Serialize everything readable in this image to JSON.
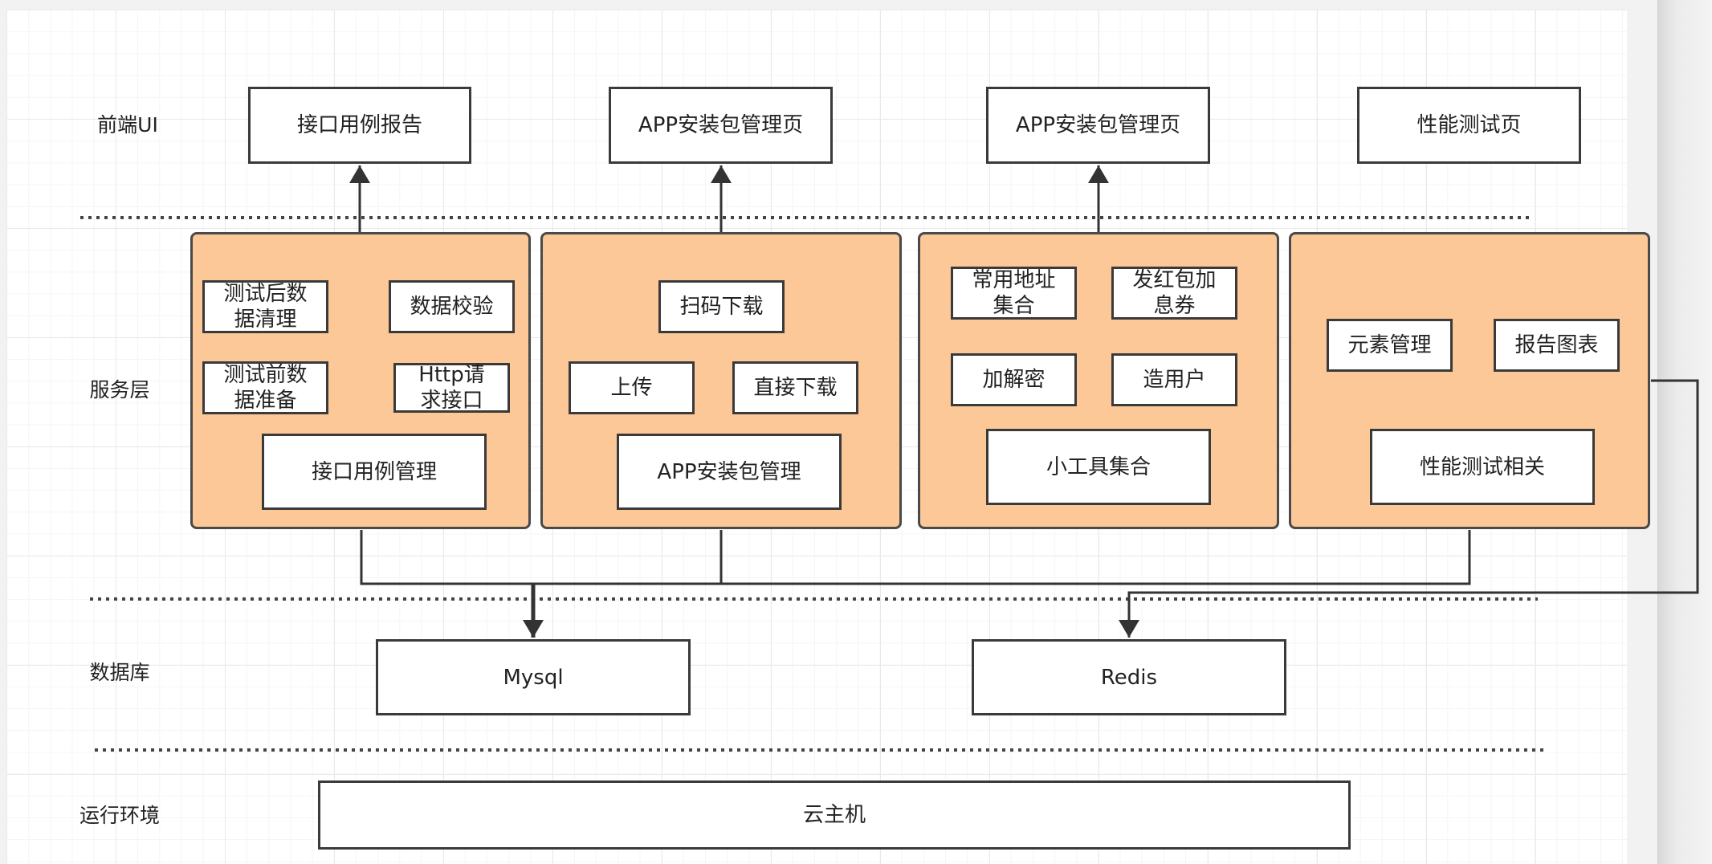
{
  "layers": {
    "frontend": "前端UI",
    "service": "服务层",
    "database": "数据库",
    "runtime": "运行环境"
  },
  "frontend": {
    "case_report": "接口用例报告",
    "app_page_1": "APP安装包管理页",
    "app_page_2": "APP安装包管理页",
    "perf_page": "性能测试页"
  },
  "service": {
    "case_module": {
      "post_cleanup": "测试后数\n据清理",
      "data_check": "数据校验",
      "pre_prepare": "测试前数\n据准备",
      "http_request": "Http请\n求接口",
      "case_manage": "接口用例管理"
    },
    "app_module": {
      "scan_download": "扫码下载",
      "upload": "上传",
      "direct_download": "直接下载",
      "app_manage": "APP安装包管理"
    },
    "tools_module": {
      "address_set": "常用地址\n集合",
      "coupon": "发红包加\n息券",
      "crypto": "加解密",
      "create_user": "造用户",
      "tools_set": "小工具集合"
    },
    "perf_module": {
      "element_manage": "元素管理",
      "report_chart": "报告图表",
      "perf_related": "性能测试相关"
    }
  },
  "database": {
    "mysql": "Mysql",
    "redis": "Redis"
  },
  "runtime": {
    "cloud_host": "云主机"
  },
  "colors": {
    "panel_fill": "#fdc898",
    "box_border": "#3a3a3a",
    "line": "#333333"
  }
}
